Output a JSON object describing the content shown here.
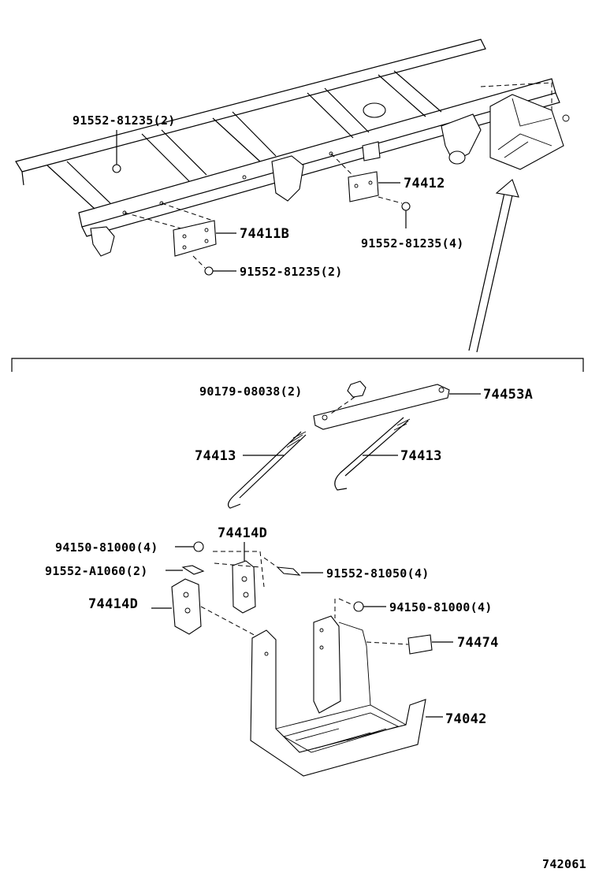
{
  "labels": {
    "bolt_top_left": "91552-81235(2)",
    "bracket_74412": "74412",
    "bolt_mid_right": "91552-81235(4)",
    "bracket_74411B": "74411B",
    "bolt_lower_left": "91552-81235(2)",
    "nut_90179": "90179-08038(2)",
    "clamp_74453A": "74453A",
    "rod_left": "74413",
    "rod_right": "74413",
    "bracket_74414D_top": "74414D",
    "nut_94150_left": "94150-81000(4)",
    "bolt_91552_A1060": "91552-A1060(2)",
    "bracket_74414D_left": "74414D",
    "bolt_91552_81050": "91552-81050(4)",
    "nut_94150_right": "94150-81000(4)",
    "pad_74474": "74474",
    "carrier_74042": "74042",
    "diagram_number": "742061"
  }
}
